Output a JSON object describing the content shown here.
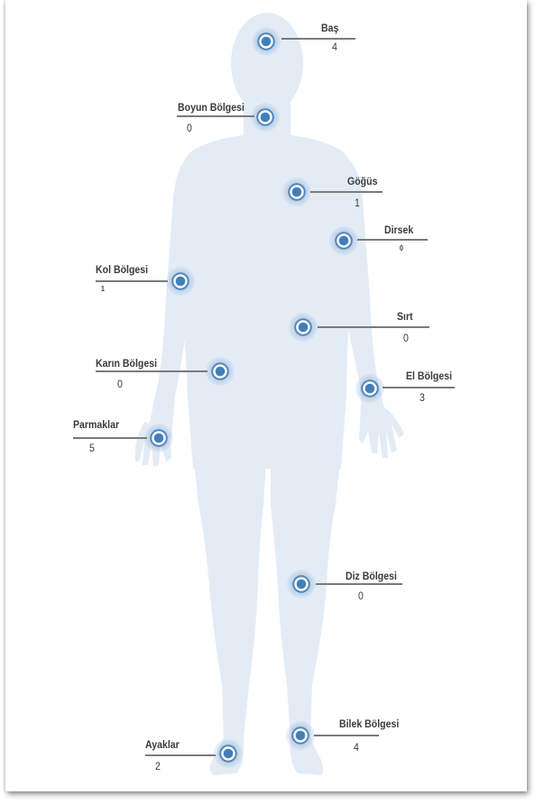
{
  "regions": [
    {
      "key": "bas",
      "label": "Baş",
      "value": "4"
    },
    {
      "key": "boyun",
      "label": "Boyun Bölgesi",
      "value": "0"
    },
    {
      "key": "gogus",
      "label": "Göğüs",
      "value": "1"
    },
    {
      "key": "dirsek",
      "label": "Dirsek",
      "value": "0"
    },
    {
      "key": "kol",
      "label": "Kol Bölgesi",
      "value": "1"
    },
    {
      "key": "sirt",
      "label": "Sırt",
      "value": "0"
    },
    {
      "key": "karin",
      "label": "Karın Bölgesi",
      "value": "0"
    },
    {
      "key": "el",
      "label": "El Bölgesi",
      "value": "3"
    },
    {
      "key": "parmak",
      "label": "Parmaklar",
      "value": "5"
    },
    {
      "key": "diz",
      "label": "Diz Bölgesi",
      "value": "0"
    },
    {
      "key": "bilek",
      "label": "Bilek Bölgesi",
      "value": "4"
    },
    {
      "key": "ayak",
      "label": "Ayaklar",
      "value": "2"
    }
  ],
  "colors": {
    "silhouette": "#e3ecf5",
    "marker": "#3f7fbf",
    "leader_line": "#7a7a7a"
  }
}
